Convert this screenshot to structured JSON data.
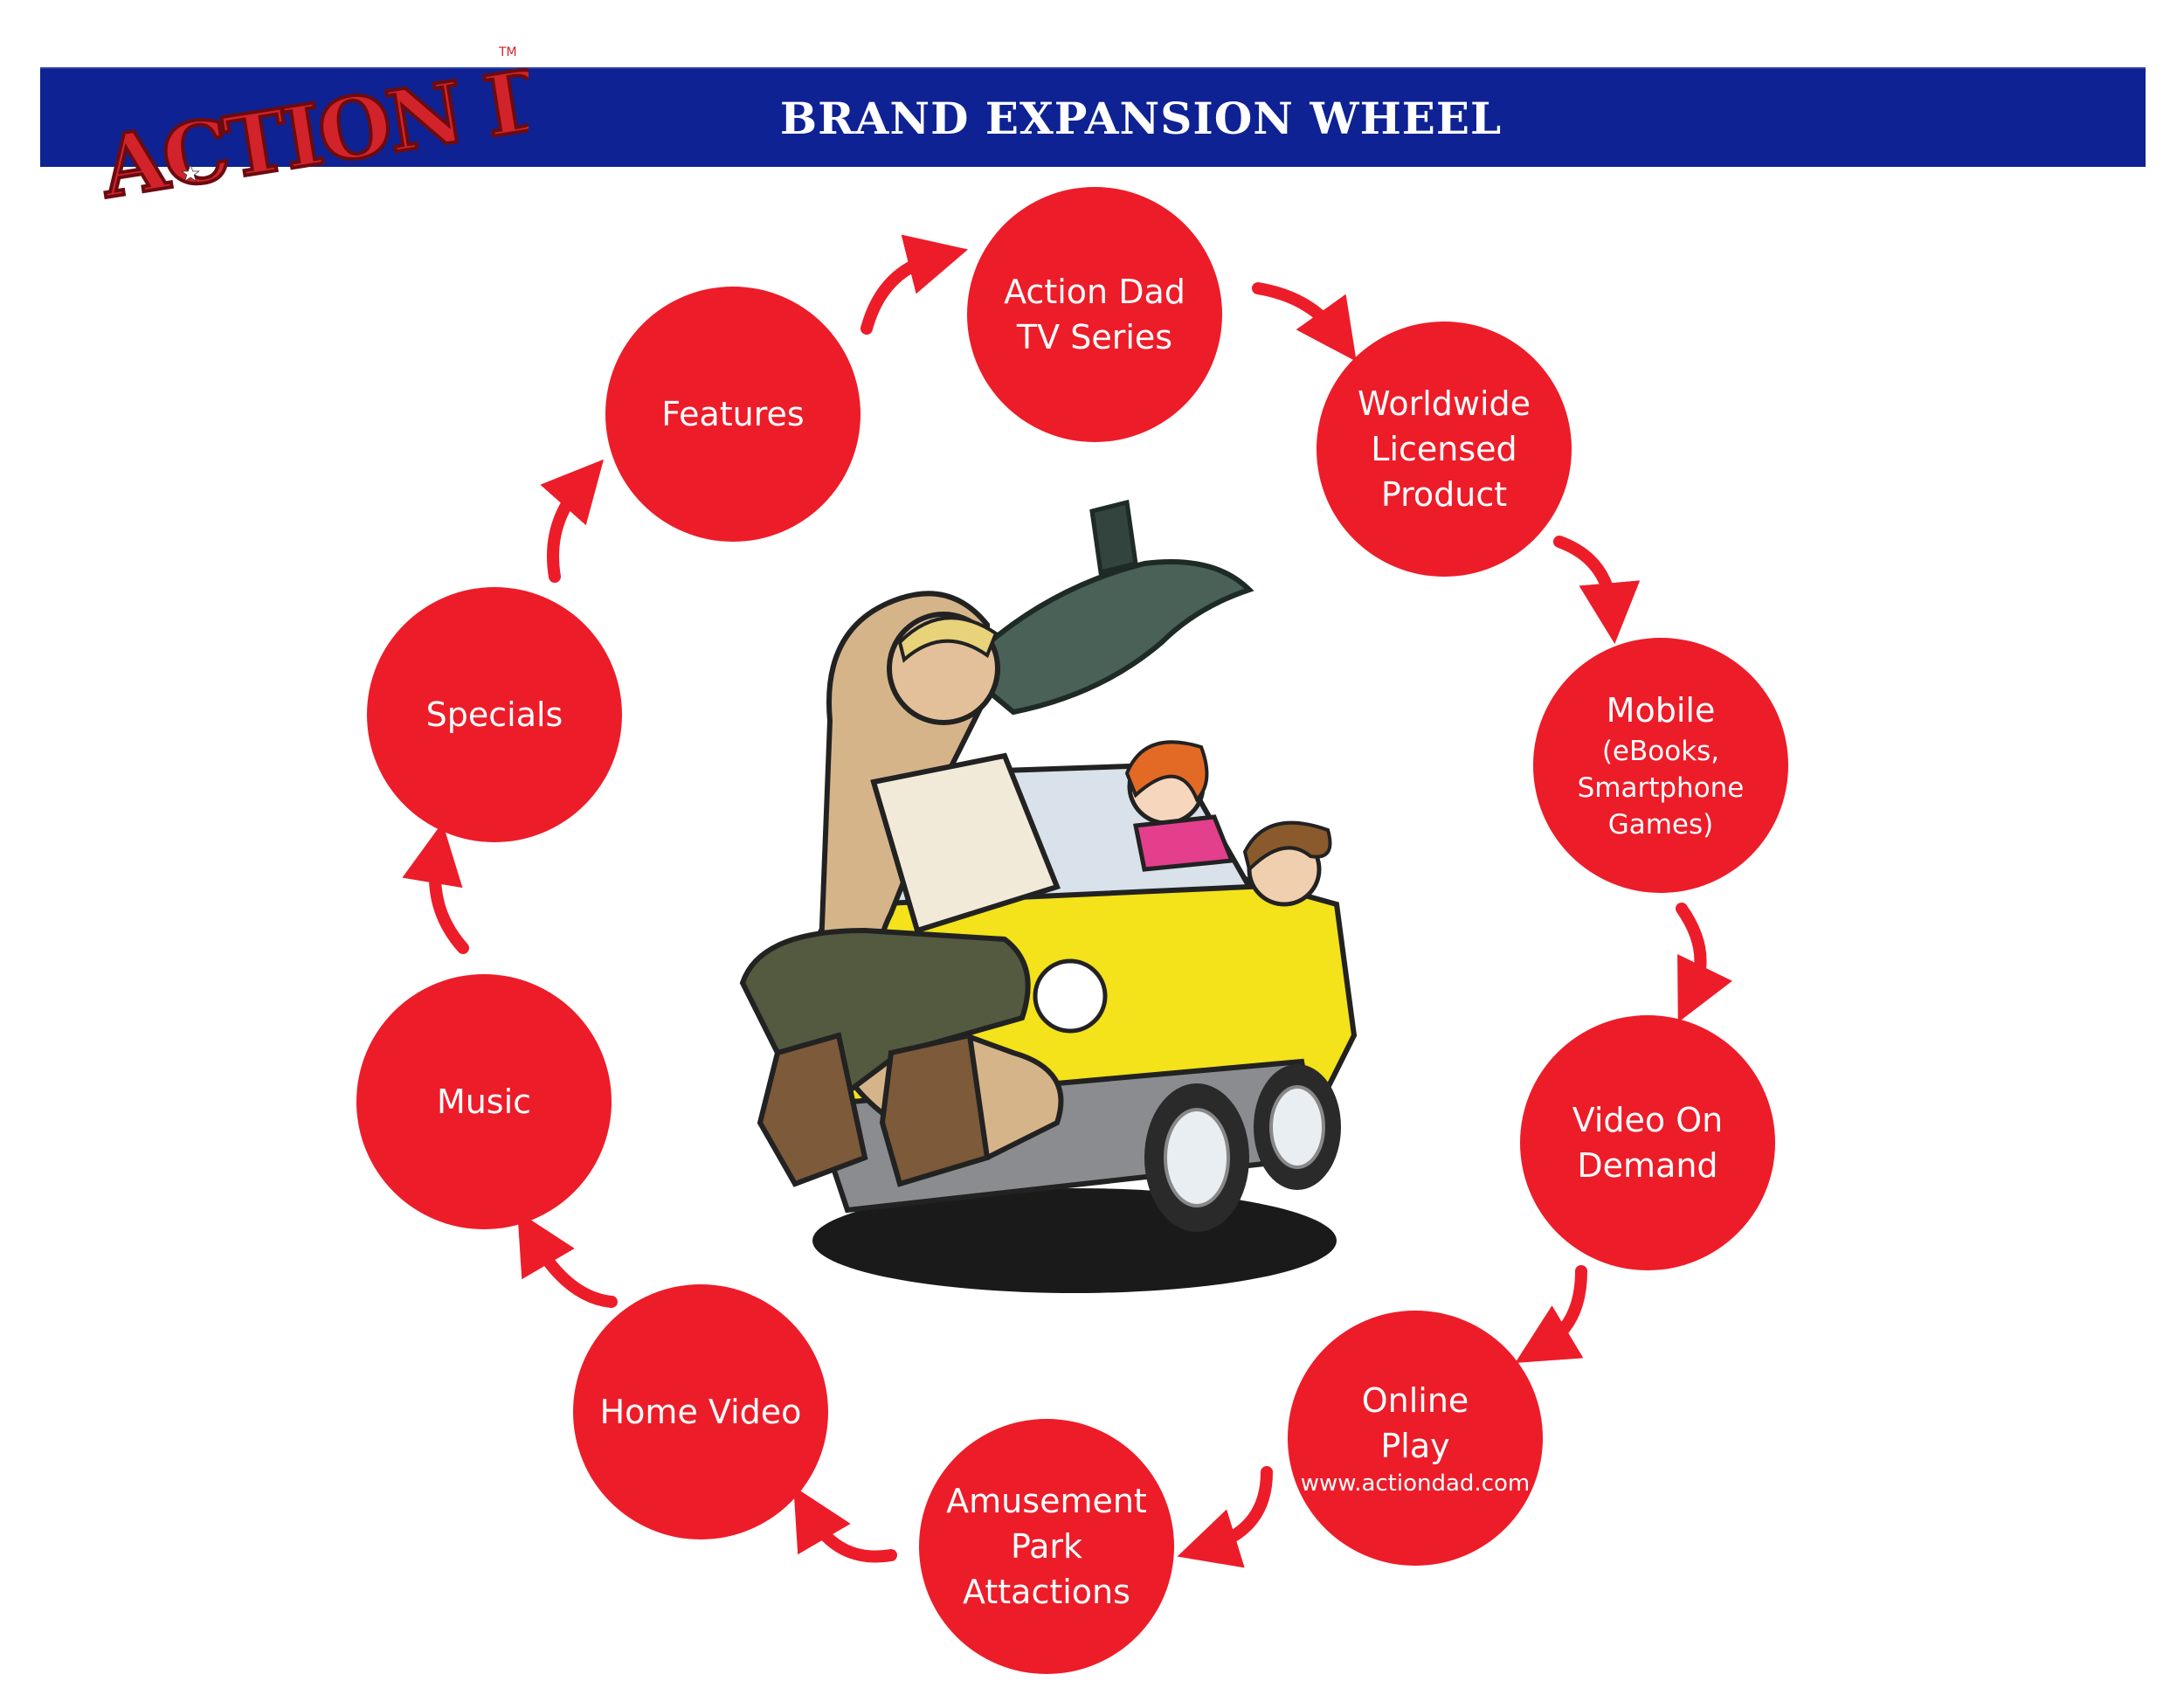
{
  "header": {
    "title": "BRAND EXPANSION WHEEL",
    "logo_text": "ACTION DAD",
    "trademark": "TM",
    "bar_color": "#0e2294"
  },
  "diagram": {
    "node_color": "#ed1c29",
    "nodes": [
      {
        "label": "Action Dad\nTV  Series",
        "sub": "",
        "url": ""
      },
      {
        "label": "Worldwide\nLicensed\nProduct",
        "sub": "",
        "url": ""
      },
      {
        "label": "Mobile",
        "sub": "(eBooks,\nSmartphone\nGames)",
        "url": ""
      },
      {
        "label": "Video On\nDemand",
        "sub": "",
        "url": ""
      },
      {
        "label": "Online\nPlay",
        "sub": "",
        "url": "www.actiondad.com"
      },
      {
        "label": "Amusement\nPark\nAttactions",
        "sub": "",
        "url": ""
      },
      {
        "label": "Home Video",
        "sub": "",
        "url": ""
      },
      {
        "label": "Music",
        "sub": "",
        "url": ""
      },
      {
        "label": "Specials",
        "sub": "",
        "url": ""
      },
      {
        "label": "Features",
        "sub": "",
        "url": ""
      }
    ],
    "arrow_direction": "clockwise"
  }
}
